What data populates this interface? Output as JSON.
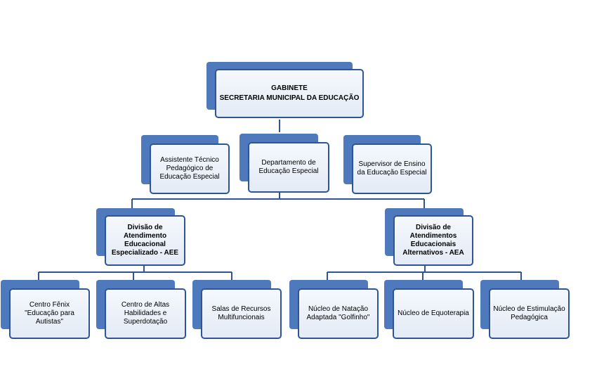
{
  "org_chart": {
    "root": {
      "line1": "GABINETE",
      "line2": "SECRETARIA MUNICIPAL DA EDUCAÇÃO"
    },
    "level2": [
      {
        "label": "Assistente Técnico\nPedagógico de\nEducação Especial"
      },
      {
        "label": "Departamento de\nEducação Especial"
      },
      {
        "label": "Supervisor de Ensino\nda Educação Especial"
      }
    ],
    "divisions": [
      {
        "label": "Divisão de\nAtendimento\nEducacional\nEspecializado - AEE"
      },
      {
        "label": "Divisão de\nAtendimentos\nEducacionais\nAlternativos - AEA"
      }
    ],
    "units": [
      {
        "label": "Centro Fênix\n\"Educação para\nAutistas\""
      },
      {
        "label": "Centro de Altas\nHabilidades e\nSuperdotação"
      },
      {
        "label": "Salas de Recursos\nMultifuncionais"
      },
      {
        "label": "Núcleo de Natação\nAdaptada \"Golfinho\""
      },
      {
        "label": "Núcleo de Equoterapia"
      },
      {
        "label": "Núcleo de Estimulação\nPedagógica"
      }
    ]
  },
  "colors": {
    "border": "#2f5597",
    "shadow": "#4f79bd",
    "fill": "#e3ebf6"
  }
}
